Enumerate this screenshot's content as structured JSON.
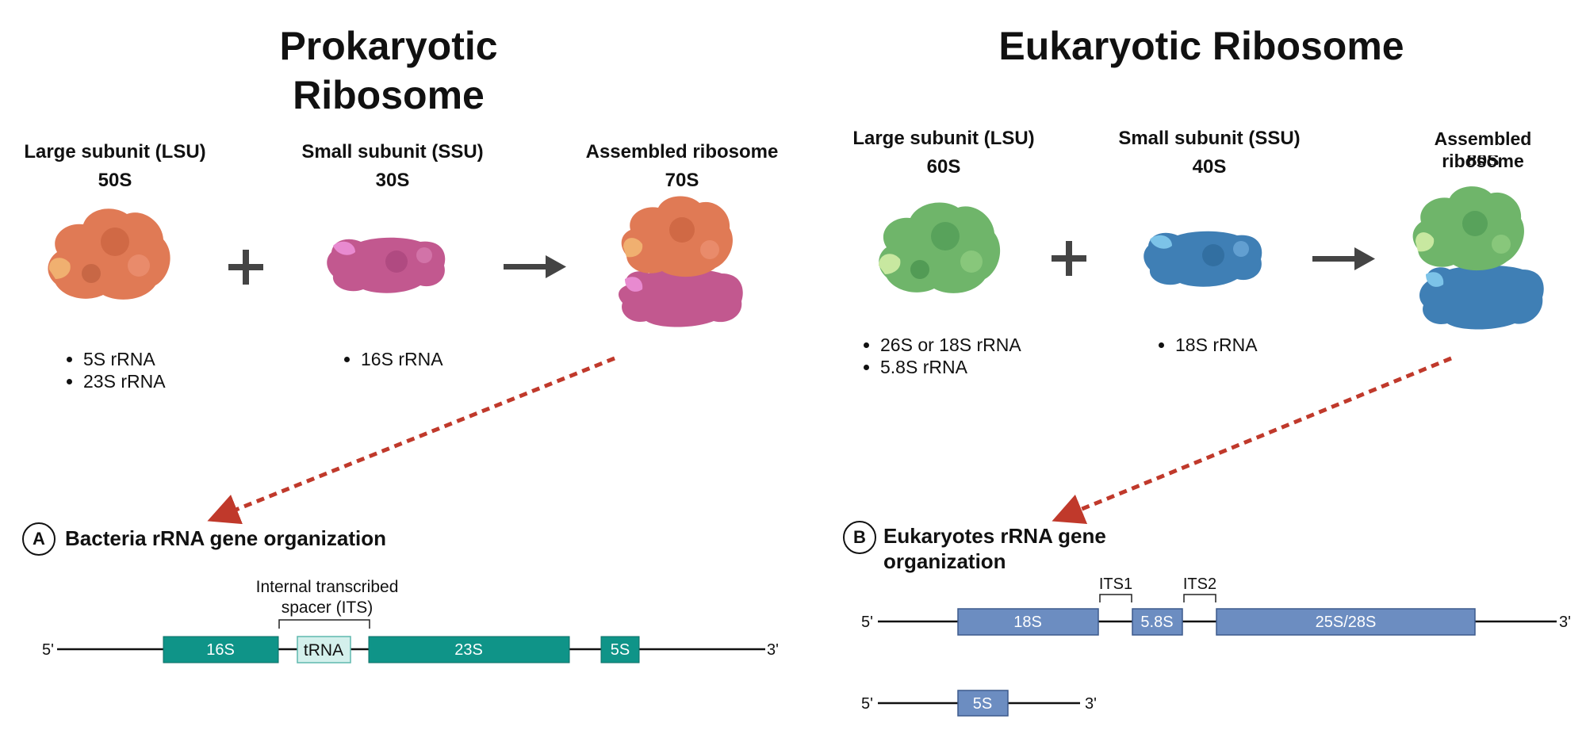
{
  "prokaryotic": {
    "title_line1": "Prokaryotic",
    "title_line2": "Ribosome",
    "lsu_label": "Large subunit (LSU)",
    "lsu_value": "50S",
    "ssu_label": "Small subunit (SSU)",
    "ssu_value": "30S",
    "assembled_label": "Assembled ribosome",
    "assembled_value": "70S",
    "lsu_rna": [
      "5S rRNA",
      "23S rRNA"
    ],
    "ssu_rna": [
      "16S rRNA"
    ],
    "section_letter": "A",
    "section_title": "Bacteria rRNA gene organization",
    "its_line1": "Internal transcribed",
    "its_line2": "spacer (ITS)",
    "five_prime": "5'",
    "three_prime": "3'",
    "genes": [
      "16S",
      "tRNA",
      "23S",
      "5S"
    ]
  },
  "eukaryotic": {
    "title": "Eukaryotic Ribosome",
    "lsu_label": "Large subunit (LSU)",
    "lsu_value": "60S",
    "ssu_label": "Small subunit (SSU)",
    "ssu_value": "40S",
    "assembled_label_line1": "Assembled",
    "assembled_label_line2": "ribosome",
    "assembled_value": "80S",
    "lsu_rna": [
      "26S or 18S rRNA",
      "5.8S rRNA"
    ],
    "ssu_rna": [
      "18S rRNA"
    ],
    "section_letter": "B",
    "section_title_line1": "Eukaryotes rRNA gene",
    "section_title_line2": "organization",
    "its1": "ITS1",
    "its2": "ITS2",
    "five_prime": "5'",
    "three_prime": "3'",
    "genes": [
      "18S",
      "5.8S",
      "25S/28S"
    ],
    "gene_5s": "5S"
  },
  "colors": {
    "prok_lsu": "#e07a55",
    "prok_ssu": "#c2588f",
    "euk_lsu": "#6fb56a",
    "euk_ssu": "#3f7fb5",
    "bacteria_gene": "#0f9488",
    "trna_box": "#d4f0ec",
    "euk_gene": "#6c8dc1",
    "arrow_dashed": "#c0392b",
    "plus_arrow": "#444444"
  },
  "icons": [
    "plus-icon",
    "arrow-right-icon",
    "dashed-arrow-icon",
    "ribosome-lsu-icon",
    "ribosome-ssu-icon",
    "assembled-ribosome-icon"
  ]
}
